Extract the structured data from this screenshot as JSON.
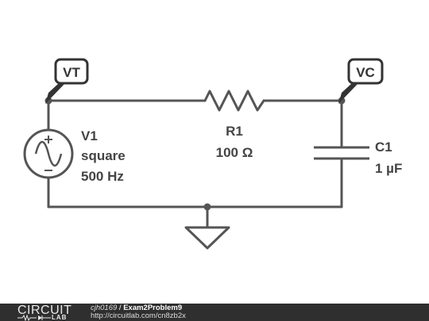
{
  "probes": {
    "vt": "VT",
    "vc": "VC"
  },
  "components": {
    "v1": {
      "name": "V1",
      "type": "square",
      "freq": "500 Hz"
    },
    "r1": {
      "name": "R1",
      "value": "100 Ω"
    },
    "c1": {
      "name": "C1",
      "value": "1 µF"
    }
  },
  "colors": {
    "wire": "#555555",
    "probe_fill": "#333333",
    "footer_bg": "#2f2f2f"
  },
  "footer": {
    "brand": "CIRCUIT",
    "brand_sub": "LAB",
    "author": "cjh0169",
    "separator": " / ",
    "title": "Exam2Problem9",
    "url": "http://circuitlab.com/cn8zb2x"
  }
}
